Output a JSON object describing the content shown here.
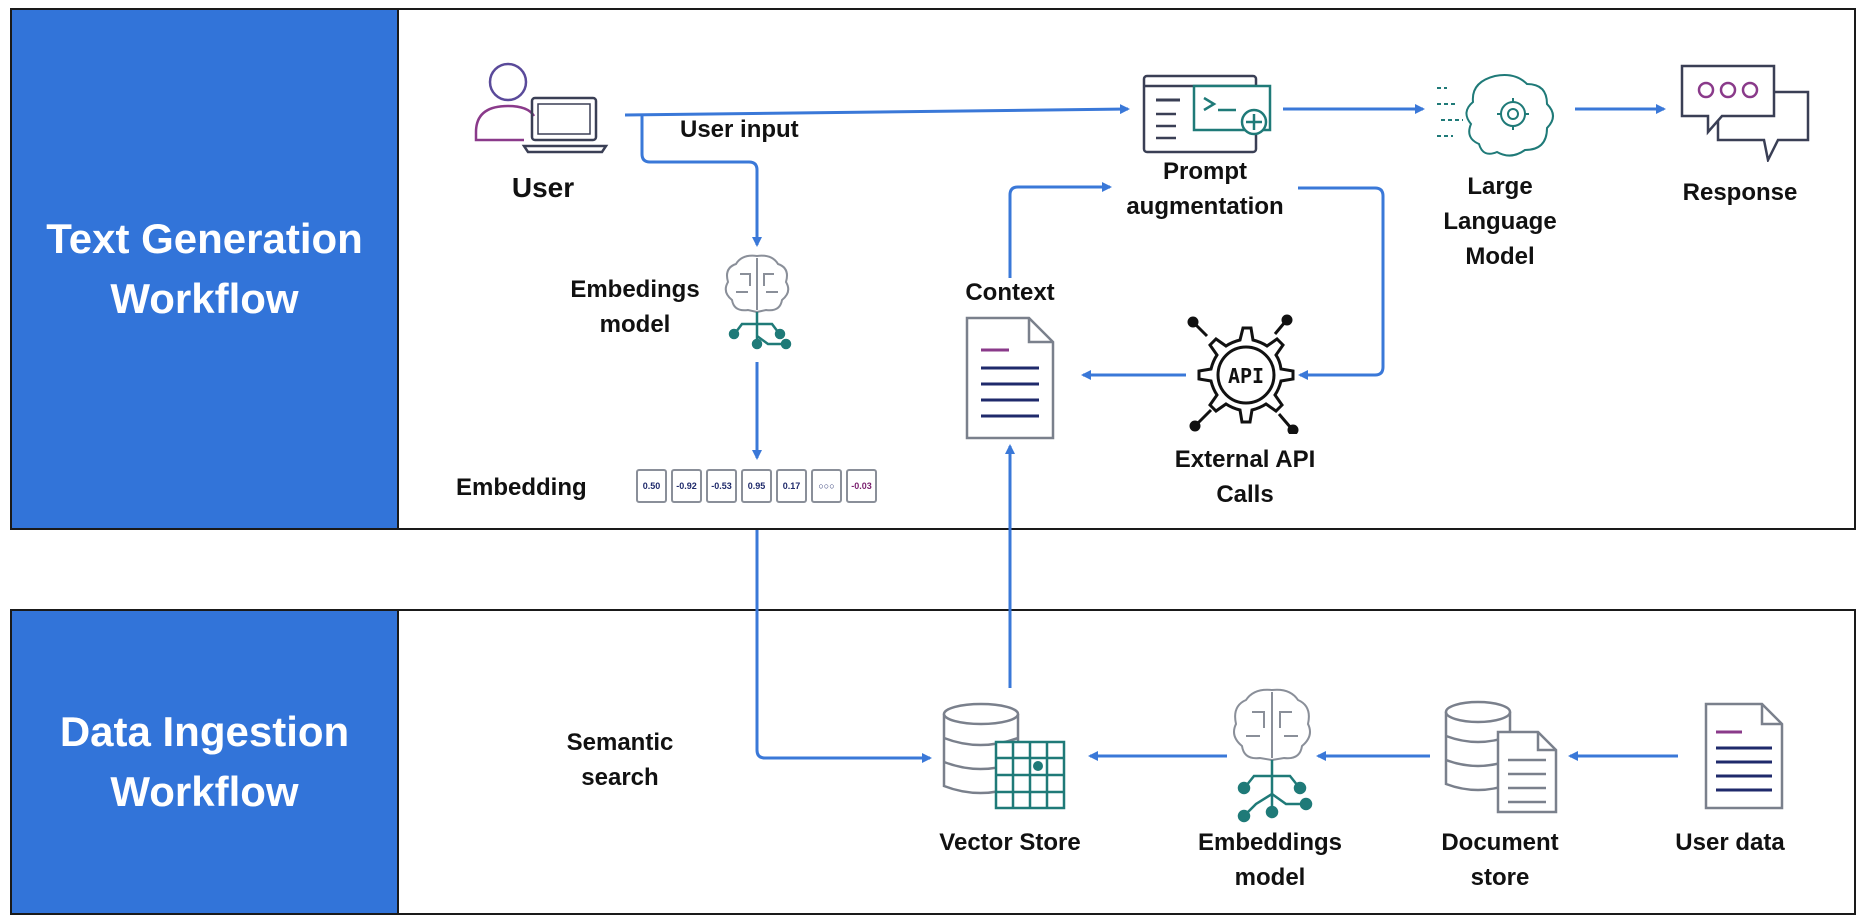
{
  "sections": {
    "top_title": "Text Generation Workflow",
    "bottom_title": "Data Ingestion Workflow"
  },
  "labels": {
    "user": "User",
    "user_input": "User input",
    "embeddings_model_top": "Embedings model",
    "embedding": "Embedding",
    "context": "Context",
    "prompt_augmentation": "Prompt augmentation",
    "external_api_calls": "External API Calls",
    "large_language_model": "Large Language Model",
    "response": "Response",
    "semantic_search": "Semantic search",
    "vector_store": "Vector Store",
    "embeddings_model_bottom": "Embeddings model",
    "document_store": "Document store",
    "user_data": "User data",
    "api_badge": "API"
  },
  "embedding_values": [
    "0.50",
    "-0.92",
    "-0.53",
    "0.95",
    "0.17",
    "○○○",
    "-0.03"
  ],
  "colors": {
    "accent": "#3274d9",
    "arrow": "#3a78d8",
    "teal": "#1f7a78",
    "border": "#1a1a1a"
  }
}
